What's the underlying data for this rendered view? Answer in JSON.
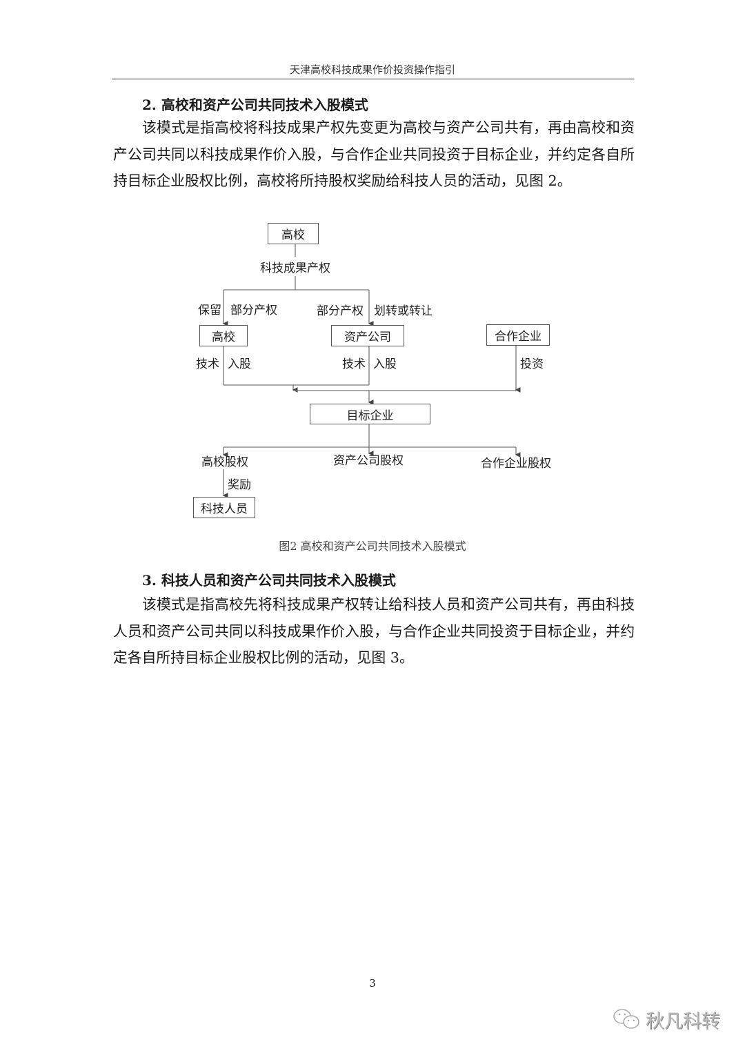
{
  "header": {
    "title": "天津高校科技成果作价投资操作指引"
  },
  "section2": {
    "heading": "2.  高校和资产公司共同技术入股模式",
    "paragraph": "该模式是指高校将科技成果产权先变更为高校与资产公司共有，再由高校和资产公司共同以科技成果作价入股，与合作企业共同投资于目标企业，并约定各自所持目标企业股权比例，高校将所持股权奖励给科技人员的活动，见图 2。"
  },
  "diagram": {
    "top_box": "高校",
    "ip_label": "科技成果产权",
    "retain": "保留",
    "partial_left": "部分产权",
    "partial_right": "部分产权",
    "transfer": "划转或转让",
    "university_box": "高校",
    "asset_company_box": "资产公司",
    "partner_box": "合作企业",
    "tech_left": "技术",
    "equity_left": "入股",
    "tech_right": "技术",
    "equity_right": "入股",
    "invest": "投资",
    "target_box": "目标企业",
    "university_equity": "高校股权",
    "asset_company_equity": "资产公司股权",
    "partner_equity": "合作企业股权",
    "reward": "奖励",
    "staff_box": "科技人员"
  },
  "caption": "图2  高校和资产公司共同技术入股模式",
  "section3": {
    "heading": "3.  科技人员和资产公司共同技术入股模式",
    "paragraph": "该模式是指高校先将科技成果产权转让给科技人员和资产公司共有，再由科技人员和资产公司共同以科技成果作价入股，与合作企业共同投资于目标企业，并约定各自所持目标企业股权比例的活动，见图 3。"
  },
  "page_number": "3",
  "watermark": "秋凡科转"
}
